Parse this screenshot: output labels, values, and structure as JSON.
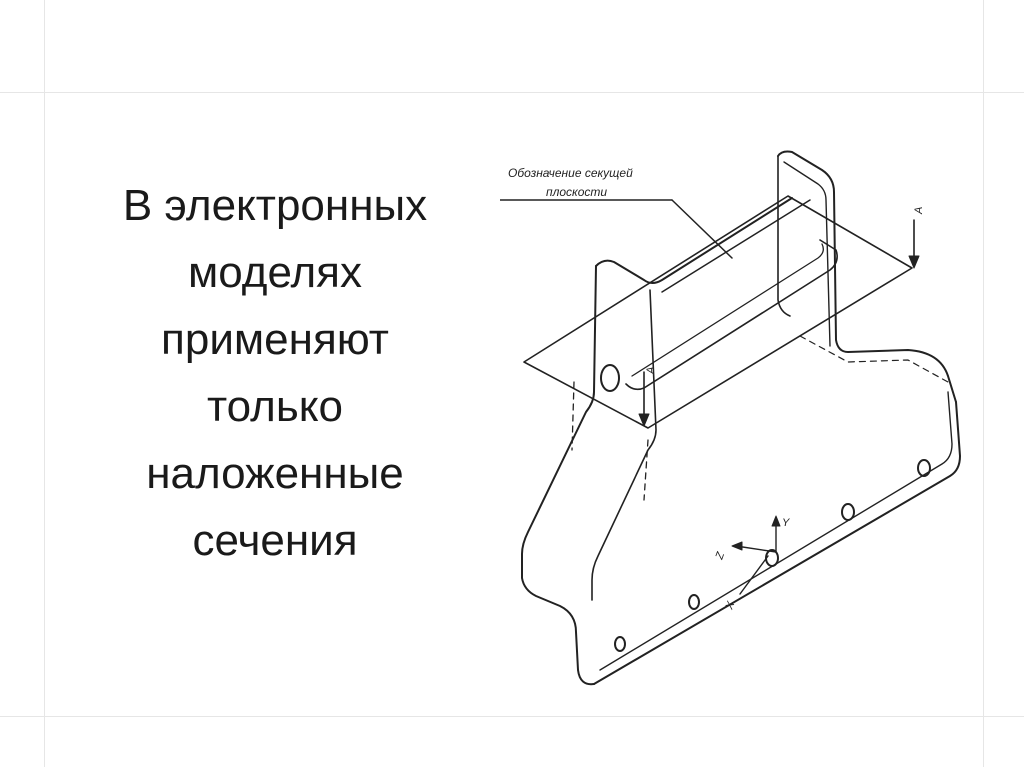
{
  "slide": {
    "text_lines": [
      "В электронных",
      "моделях",
      "применяют",
      "только",
      "наложенные",
      "сечения"
    ]
  },
  "drawing": {
    "callout_line1": "Обозначение секущей",
    "callout_line2": "плоскости",
    "section_mark_right": "A",
    "section_mark_left": "A",
    "axis_y": "Y",
    "axis_z": "Z",
    "axis_x": "X"
  },
  "colors": {
    "background": "#ffffff",
    "text": "#1a1a1a",
    "line": "#222222"
  }
}
